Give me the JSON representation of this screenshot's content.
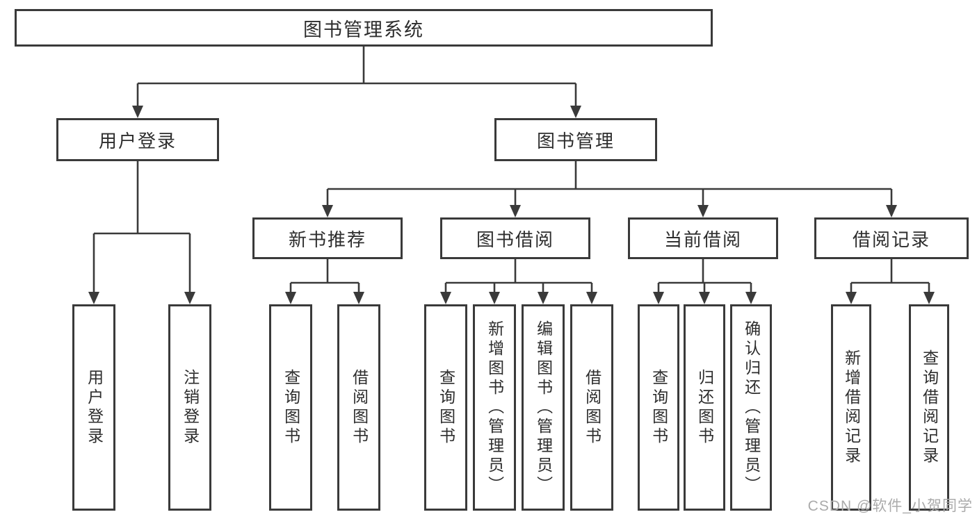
{
  "diagram_title": "图书管理系统",
  "tree": {
    "label": "图书管理系统",
    "children": [
      {
        "label": "用户登录",
        "children": [
          {
            "label": "用户登录"
          },
          {
            "label": "注销登录"
          }
        ]
      },
      {
        "label": "图书管理",
        "children": [
          {
            "label": "新书推荐",
            "children": [
              {
                "label": "查询图书"
              },
              {
                "label": "借阅图书"
              }
            ]
          },
          {
            "label": "图书借阅",
            "children": [
              {
                "label": "查询图书"
              },
              {
                "label": "新增图书（管理员）"
              },
              {
                "label": "编辑图书（管理员）"
              },
              {
                "label": "借阅图书"
              }
            ]
          },
          {
            "label": "当前借阅",
            "children": [
              {
                "label": "查询图书"
              },
              {
                "label": "归还图书"
              },
              {
                "label": "确认归还（管理员）"
              }
            ]
          },
          {
            "label": "借阅记录",
            "children": [
              {
                "label": "新增借阅记录"
              },
              {
                "label": "查询借阅记录"
              }
            ]
          }
        ]
      }
    ]
  },
  "watermark": {
    "text": "CSDN @软件_小贺同学"
  },
  "colors": {
    "line": "#3a3a3a",
    "box_border": "#3a3a3a",
    "box_fill": "#ffffff",
    "text": "#2d2d2d",
    "watermark": "#ababab",
    "background": "#ffffff"
  }
}
